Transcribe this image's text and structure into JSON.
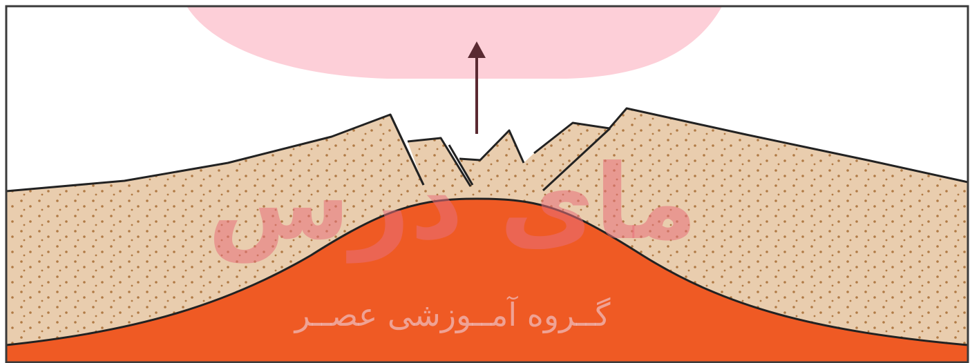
{
  "diagram": {
    "colors": {
      "background": "#ffffff",
      "frame": "#3a3a3a",
      "crust_fill": "#e9cdae",
      "crust_dots": "#b07a45",
      "magma_fill": "#ef5a24",
      "plume_fill": "#fdcfd8",
      "arrow": "#5a2a32",
      "outline": "#222222"
    },
    "arrow_direction": "up",
    "watermark": {
      "title": "مای درس",
      "subtitle": "گــروه آمــوزشی عصــر",
      "title_color": "#e8707a",
      "subtitle_color": "#f0c0c4"
    }
  }
}
